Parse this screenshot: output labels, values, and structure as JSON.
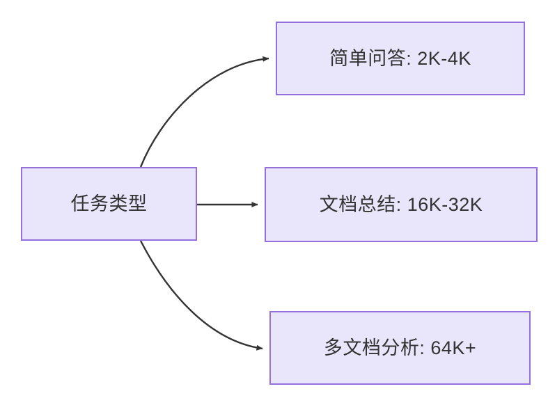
{
  "diagram": {
    "type": "flowchart",
    "direction": "left-to-right",
    "background_color": "#ffffff",
    "node_fill_color": "#e9e5fa",
    "node_border_color": "#9370db",
    "node_text_color": "#333333",
    "edge_color": "#333333",
    "source_node": {
      "id": "task-type",
      "label": "任务类型"
    },
    "target_nodes": [
      {
        "id": "simple-qa",
        "label": "简单问答: 2K-4K",
        "task": "简单问答",
        "range": "2K-4K"
      },
      {
        "id": "doc-summary",
        "label": "文档总结: 16K-32K",
        "task": "文档总结",
        "range": "16K-32K"
      },
      {
        "id": "multi-doc-analysis",
        "label": "多文档分析: 64K+",
        "task": "多文档分析",
        "range": "64K+"
      }
    ],
    "edges": [
      {
        "id": "edge-0",
        "from": "任务类型",
        "to": "简单问答: 2K-4K",
        "style": "curved",
        "arrowhead": "solid-triangle",
        "label": ""
      },
      {
        "id": "edge-1",
        "from": "任务类型",
        "to": "文档总结: 16K-32K",
        "style": "straight",
        "arrowhead": "solid-triangle",
        "label": ""
      },
      {
        "id": "edge-2",
        "from": "任务类型",
        "to": "多文档分析: 64K+",
        "style": "curved",
        "arrowhead": "solid-triangle",
        "label": ""
      }
    ]
  }
}
